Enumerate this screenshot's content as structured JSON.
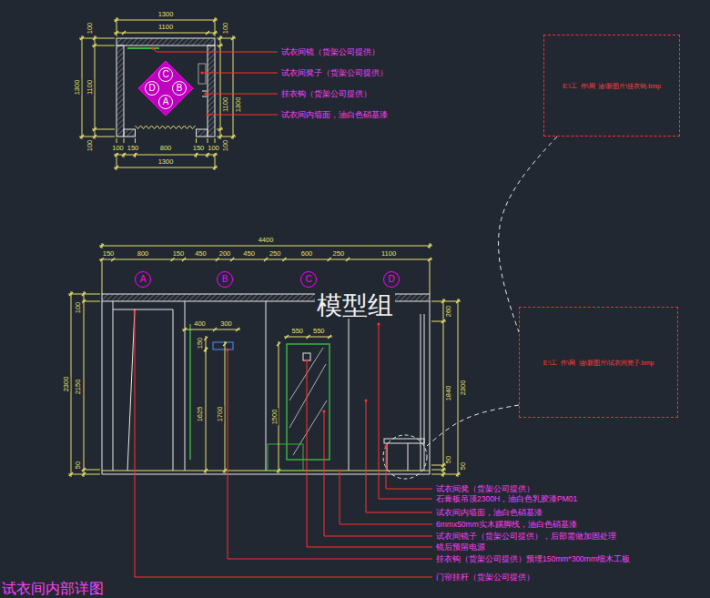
{
  "diagram": {
    "title": "试衣间内部详图",
    "nodes": [
      {
        "text": [
          "C"
        ]
      },
      {
        "text": [
          "D"
        ]
      },
      {
        "text": [
          "B"
        ]
      },
      {
        "text": [
          "A"
        ]
      },
      {
        "text": [
          "E:\\工  作\\网  油\\新图片\\挂衣钩.bmp"
        ]
      },
      {
        "text": [
          "A"
        ]
      },
      {
        "text": [
          "B"
        ]
      },
      {
        "text": [
          "C"
        ]
      },
      {
        "text": [
          "D"
        ]
      },
      {
        "text": [
          "E:\\工  作\\网  油\\新图片\\试衣间凳子.bmp"
        ]
      }
    ],
    "edges": [
      {
        "from": 4,
        "to": 9,
        "arrow": "none"
      }
    ],
    "labels": [
      "1300",
      "1100",
      "1300",
      "100",
      "1100",
      "100",
      "100",
      "1100",
      "100",
      "1300",
      "100",
      "150",
      "800",
      "150",
      "100",
      "1300",
      "试衣间镜（货架公司提供）",
      "试衣间凳子（货架公司提供）",
      "挂衣钩（货架公司提供）",
      "试衣间内墙面，油白色硝基漆",
      "4400",
      "150",
      "800",
      "150",
      "450",
      "200",
      "450",
      "250",
      "600",
      "250",
      "1100",
      "100",
      "2150",
      "50",
      "2300",
      "400",
      "300",
      "150",
      "1625",
      "1700",
      "550",
      "550",
      "1500",
      "260",
      "1840",
      "2300",
      "50",
      "50",
      "模型组",
      "试衣间凳（货架公司提供）",
      "石膏板吊顶2300H，油白色乳胶漆PM01",
      "试衣间内墙面，油白色硝基漆",
      "6mmx50mm实木踢脚线，油白色硝基漆",
      "试衣间镜子（货架公司提供），后部需做加固处理",
      "镜后预留电源",
      "挂衣钩（货架公司提供）预埋150mm*300mm细木工板",
      "门帘挂杆（货架公司提供）"
    ]
  }
}
